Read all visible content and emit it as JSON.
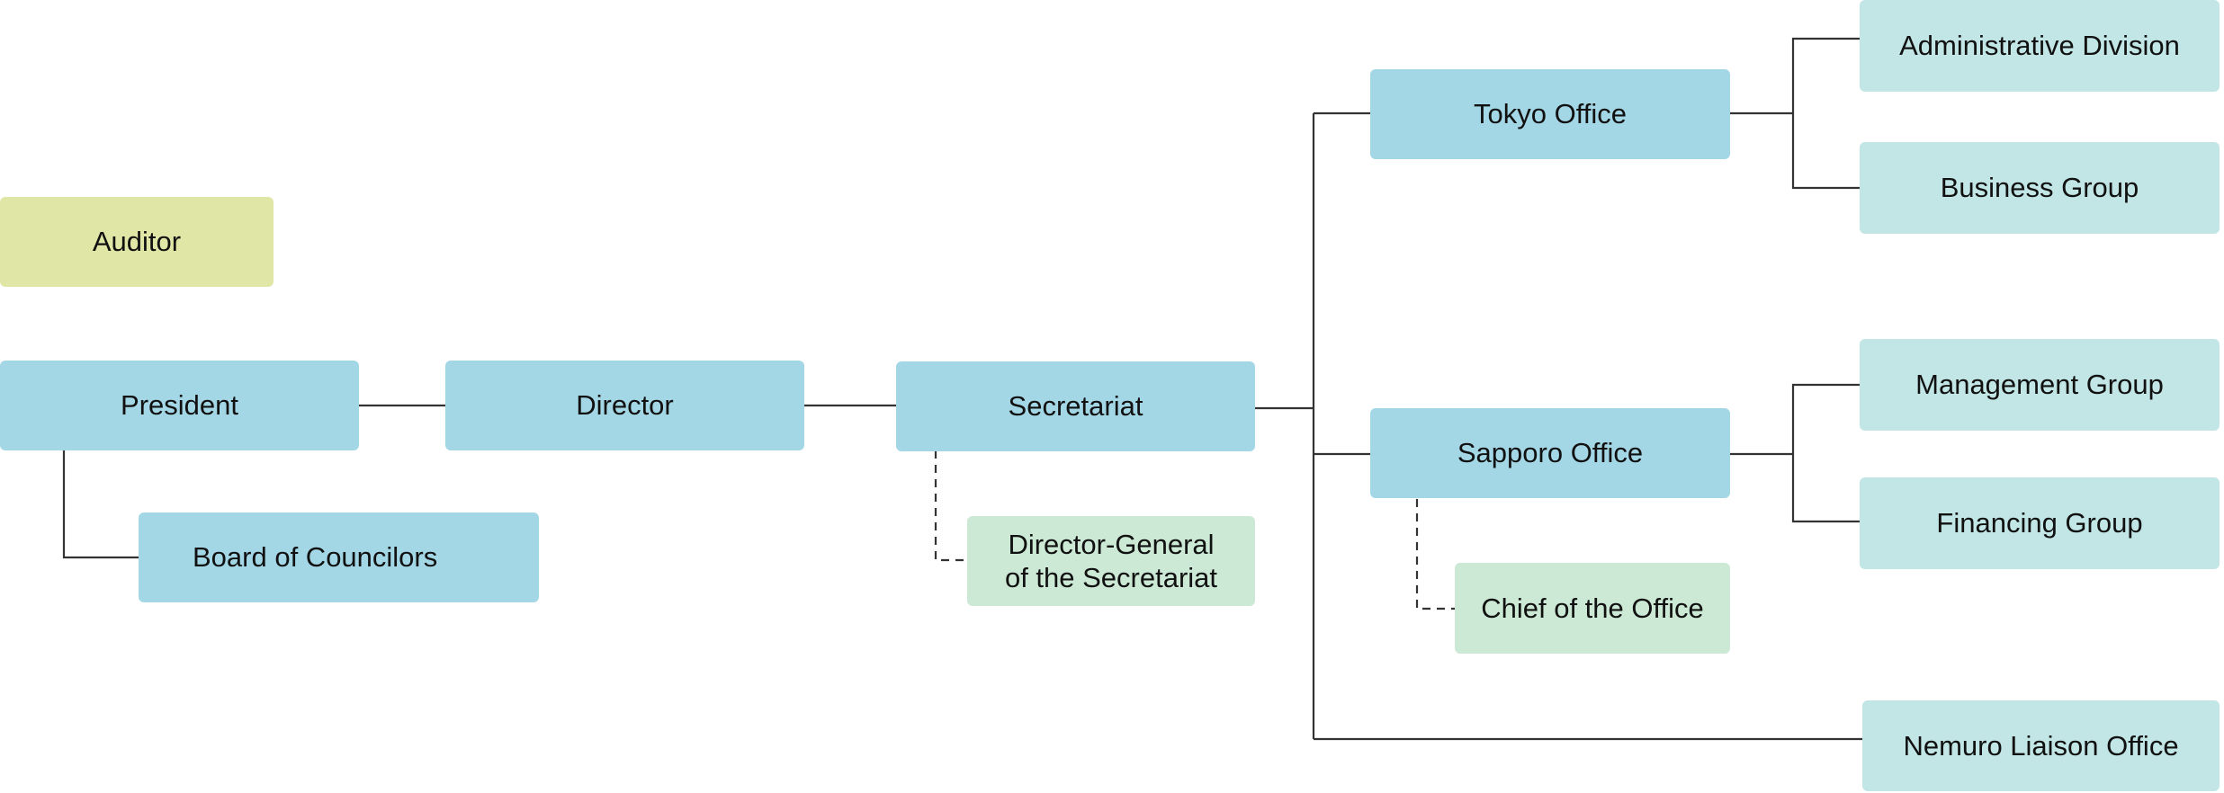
{
  "nodes": {
    "auditor": "Auditor",
    "president": "President",
    "director": "Director",
    "secretariat": "Secretariat",
    "board_of_councilors": "Board of Councilors",
    "director_general": [
      "Director-General",
      "of the Secretariat"
    ],
    "tokyo_office": "Tokyo Office",
    "sapporo_office": "Sapporo Office",
    "chief_of_office": "Chief of the Office",
    "nemuro_liaison_office": "Nemuro Liaison Office",
    "administrative_division": "Administrative Division",
    "business_group": "Business Group",
    "management_group": "Management Group",
    "financing_group": "Financing Group"
  },
  "colors": {
    "main_unit": "#a4d7e6",
    "sub_unit": "#c2e6e6",
    "staff_role": "#cbe9d5",
    "auditor": "#e0e6a6",
    "line": "#333333"
  }
}
